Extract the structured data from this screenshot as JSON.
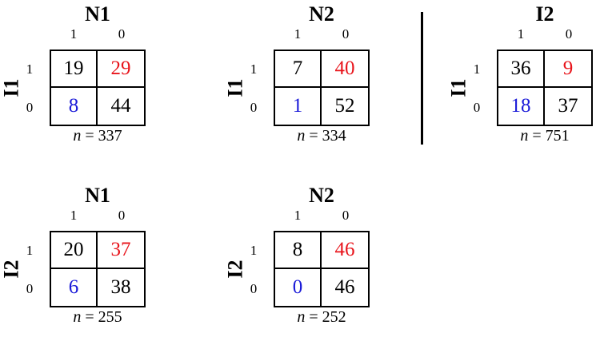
{
  "colors": {
    "red": "#e8141b",
    "blue": "#1a1ad8",
    "black": "#000000"
  },
  "panels": [
    {
      "id": "n1-i1",
      "col_title": "N1",
      "row_title": "I1",
      "col_labels": [
        "1",
        "0"
      ],
      "row_labels": [
        "1",
        "0"
      ],
      "cells": {
        "tl": "19",
        "tr": "29",
        "bl": "8",
        "br": "44"
      },
      "n_var": "n",
      "n_eq": " = 337"
    },
    {
      "id": "n2-i1",
      "col_title": "N2",
      "row_title": "I1",
      "col_labels": [
        "1",
        "0"
      ],
      "row_labels": [
        "1",
        "0"
      ],
      "cells": {
        "tl": "7",
        "tr": "40",
        "bl": "1",
        "br": "52"
      },
      "n_var": "n",
      "n_eq": " = 334"
    },
    {
      "id": "i2-i1",
      "col_title": "I2",
      "row_title": "I1",
      "col_labels": [
        "1",
        "0"
      ],
      "row_labels": [
        "1",
        "0"
      ],
      "cells": {
        "tl": "36",
        "tr": "9",
        "bl": "18",
        "br": "37"
      },
      "n_var": "n",
      "n_eq": " = 751"
    },
    {
      "id": "n1-i2",
      "col_title": "N1",
      "row_title": "I2",
      "col_labels": [
        "1",
        "0"
      ],
      "row_labels": [
        "1",
        "0"
      ],
      "cells": {
        "tl": "20",
        "tr": "37",
        "bl": "6",
        "br": "38"
      },
      "n_var": "n",
      "n_eq": " = 255"
    },
    {
      "id": "n2-i2",
      "col_title": "N2",
      "row_title": "I2",
      "col_labels": [
        "1",
        "0"
      ],
      "row_labels": [
        "1",
        "0"
      ],
      "cells": {
        "tl": "8",
        "tr": "46",
        "bl": "0",
        "br": "46"
      },
      "n_var": "n",
      "n_eq": " = 252"
    }
  ]
}
